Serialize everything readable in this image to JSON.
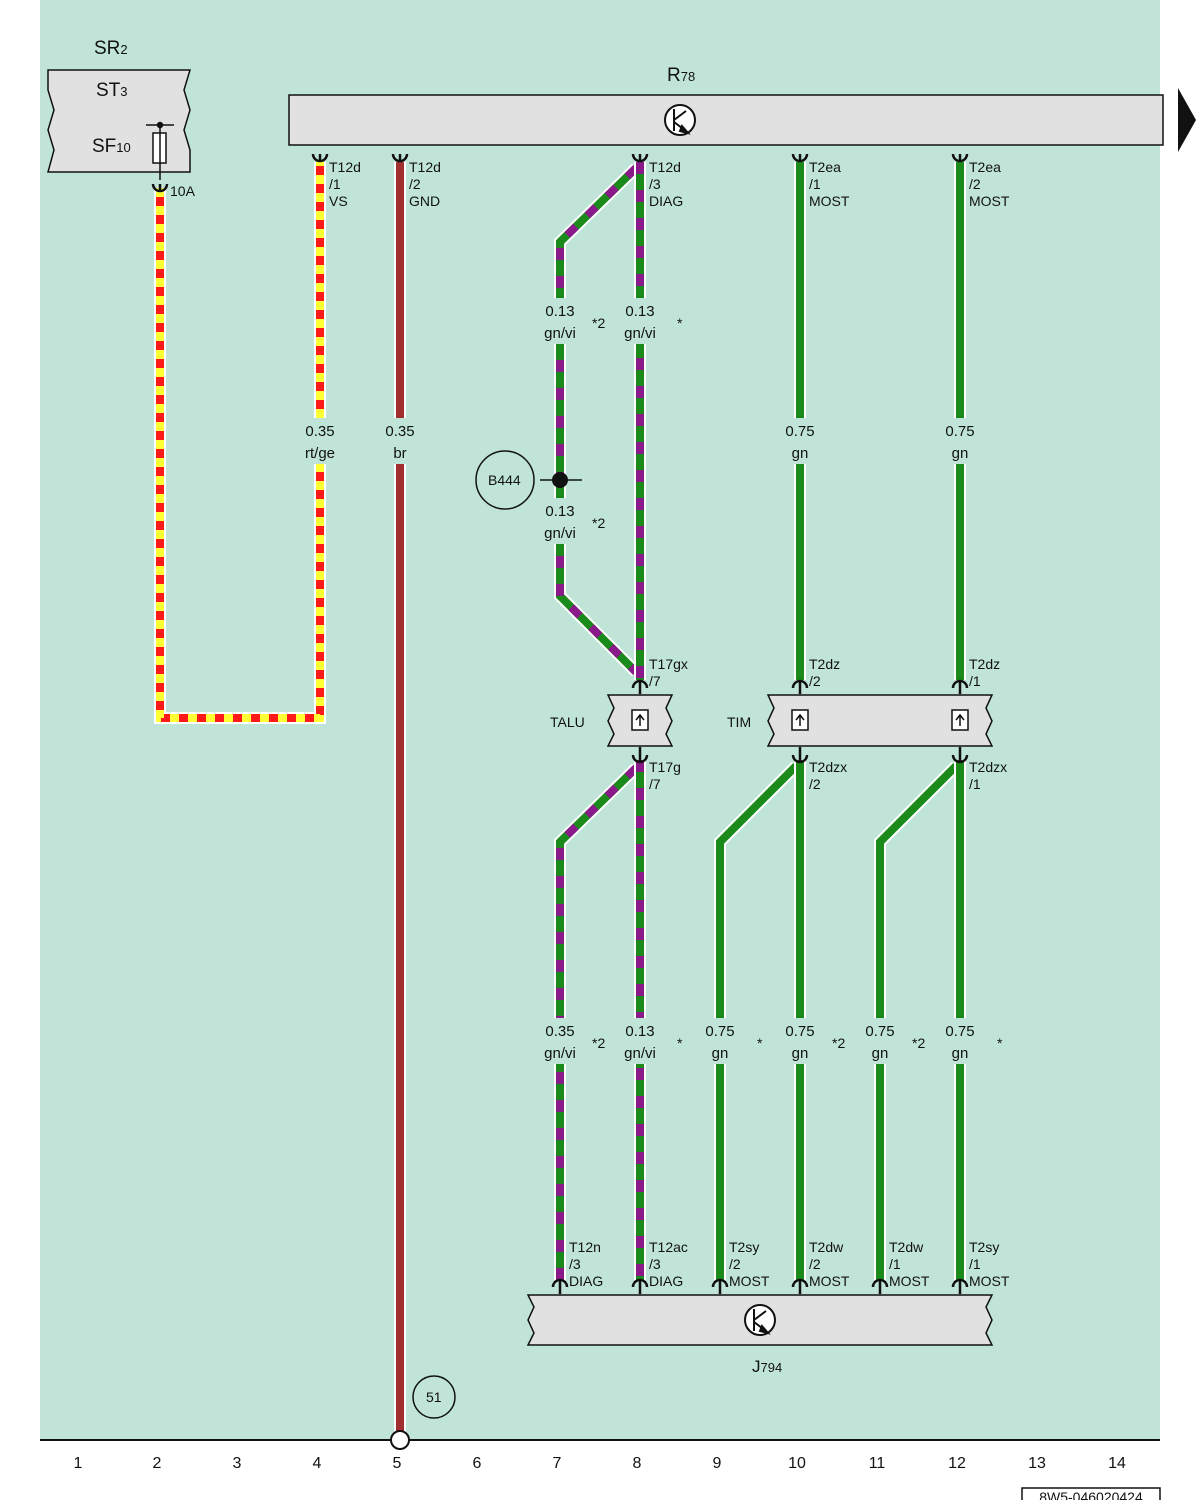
{
  "components": {
    "sr": {
      "name": "SR",
      "sub": "2"
    },
    "st": {
      "name": "ST",
      "sub": "3"
    },
    "sf": {
      "name": "SF",
      "sub": "10"
    },
    "fuse_rating": "10A",
    "r78": {
      "name": "R",
      "sub": "78"
    },
    "j794": {
      "name": "J",
      "sub": "794"
    },
    "talu": "TALU",
    "tim": "TIM",
    "b444": "B444",
    "ground": "51"
  },
  "pins": {
    "t12d_1": [
      "T12d",
      "/1",
      "VS"
    ],
    "t12d_2": [
      "T12d",
      "/2",
      "GND"
    ],
    "t12d_3": [
      "T12d",
      "/3",
      "DIAG"
    ],
    "t2ea_1": [
      "T2ea",
      "/1",
      "MOST"
    ],
    "t2ea_2": [
      "T2ea",
      "/2",
      "MOST"
    ],
    "t17gx_7": [
      "T17gx",
      "/7"
    ],
    "t2dz_2": [
      "T2dz",
      "/2"
    ],
    "t2dz_1": [
      "T2dz",
      "/1"
    ],
    "t17g_7": [
      "T17g",
      "/7"
    ],
    "t2dzx_2": [
      "T2dzx",
      "/2"
    ],
    "t2dzx_1": [
      "T2dzx",
      "/1"
    ],
    "t12n_3": [
      "T12n",
      "/3",
      "DIAG"
    ],
    "t12ac_3": [
      "T12ac",
      "/3",
      "DIAG"
    ],
    "t2sy_2": [
      "T2sy",
      "/2",
      "MOST"
    ],
    "t2dw_2": [
      "T2dw",
      "/2",
      "MOST"
    ],
    "t2dw_1": [
      "T2dw",
      "/1",
      "MOST"
    ],
    "t2sy_1": [
      "T2sy",
      "/1",
      "MOST"
    ]
  },
  "wires": {
    "w4": [
      "0.35",
      "rt/ge",
      ""
    ],
    "w5": [
      "0.35",
      "br",
      ""
    ],
    "w7a": [
      "0.13",
      "gn/vi",
      "*2"
    ],
    "w8a": [
      "0.13",
      "gn/vi",
      "*"
    ],
    "w7b": [
      "0.13",
      "gn/vi",
      "*2"
    ],
    "w10a": [
      "0.75",
      "gn",
      ""
    ],
    "w12a": [
      "0.75",
      "gn",
      ""
    ],
    "w7c": [
      "0.35",
      "gn/vi",
      "*2"
    ],
    "w8c": [
      "0.13",
      "gn/vi",
      "*"
    ],
    "w9c": [
      "0.75",
      "gn",
      "*"
    ],
    "w10c": [
      "0.75",
      "gn",
      "*2"
    ],
    "w11c": [
      "0.75",
      "gn",
      "*2"
    ],
    "w12c": [
      "0.75",
      "gn",
      "*"
    ]
  },
  "columns": [
    "1",
    "2",
    "3",
    "4",
    "5",
    "6",
    "7",
    "8",
    "9",
    "10",
    "11",
    "12",
    "13",
    "14"
  ],
  "doc_id": "8W5-046020424",
  "colors": {
    "background": "#c0e5d8",
    "green": "#1a8a1a",
    "violet": "#8a1a8a",
    "red": "#ff1a1a",
    "yellow": "#ffff33",
    "brown": "#a03030",
    "box": "#e1e1e1"
  }
}
